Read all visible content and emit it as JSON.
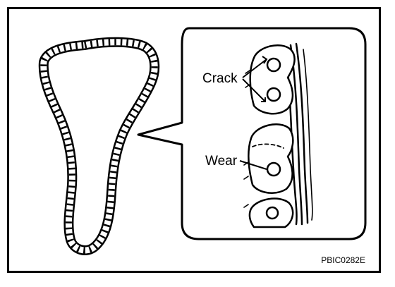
{
  "diagram": {
    "callout_labels": {
      "crack": "Crack",
      "wear": "Wear"
    },
    "figure_code": "PBIC0282E",
    "colors": {
      "ink": "#000000",
      "paper": "#ffffff"
    },
    "icons": {
      "chain_loop": "timing-chain-icon",
      "detail_view": "chain-link-detail-icon"
    }
  }
}
